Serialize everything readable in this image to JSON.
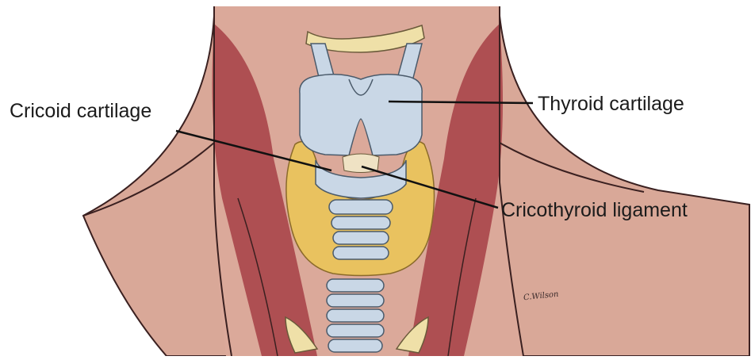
{
  "labels": {
    "cricoid": "Cricoid cartilage",
    "thyroid": "Thyroid cartilage",
    "ligament": "Cricothyroid ligament"
  },
  "signature": "C.Wilson",
  "colors": {
    "skin": "#d9a898",
    "muscle": "#a8454a",
    "cartilage": "#c9d7e6",
    "thyroid_gland": "#e9c25f",
    "hyoid": "#efe0a8",
    "outline": "#3a2020"
  }
}
